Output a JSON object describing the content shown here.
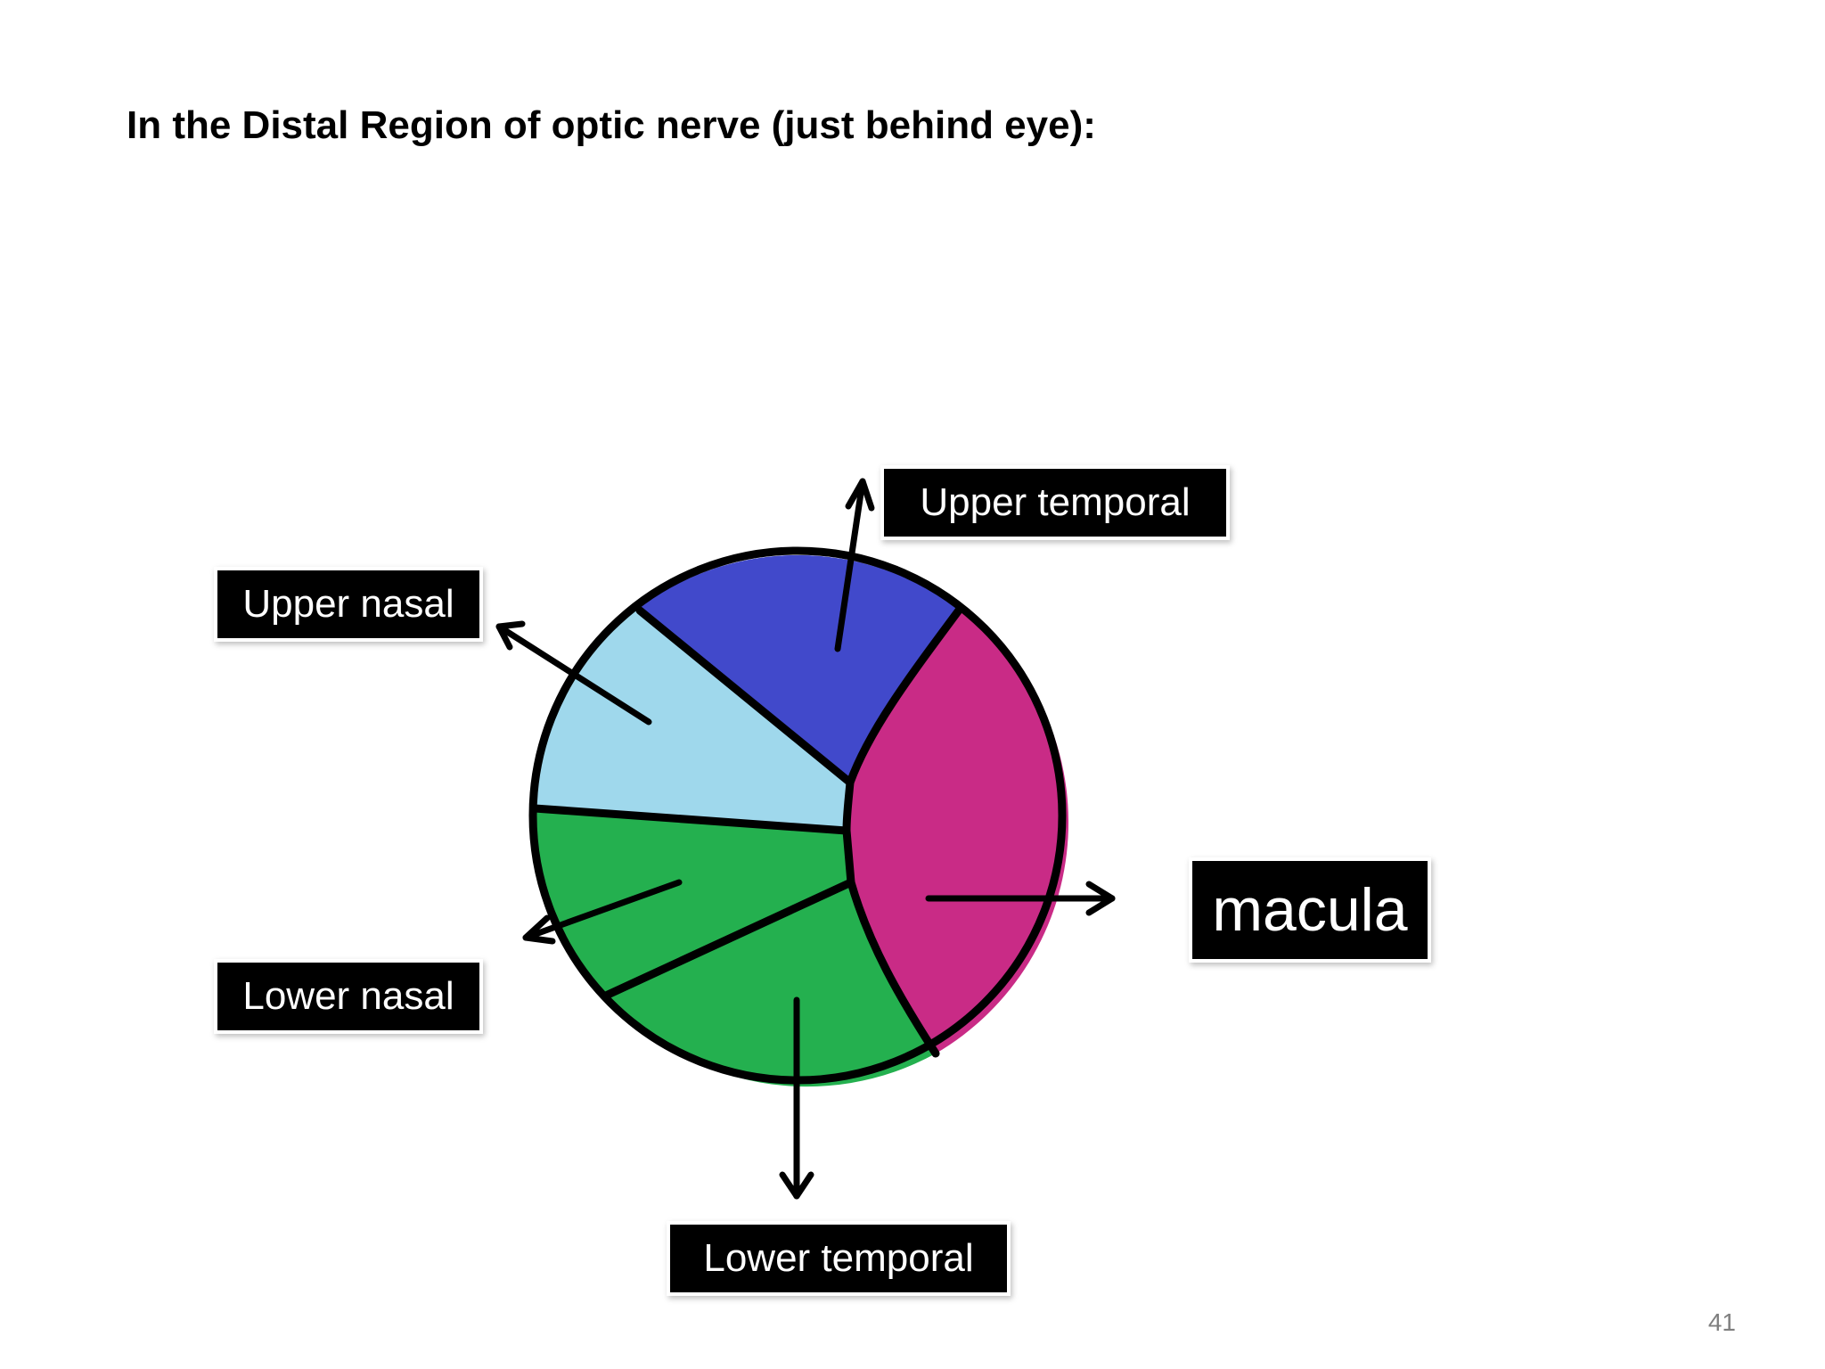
{
  "slide": {
    "title": "In the Distal Region of optic nerve (just behind eye):",
    "page_number": "41"
  },
  "diagram": {
    "outline_color": "#000000",
    "sectors": [
      {
        "id": "upper-temporal",
        "color": "#4149CB"
      },
      {
        "id": "upper-nasal",
        "color": "#9FD8EC"
      },
      {
        "id": "lower-nasal",
        "color": "#24B04F"
      },
      {
        "id": "lower-temporal",
        "color": "#24B04F"
      },
      {
        "id": "macula",
        "color": "#C92B86"
      }
    ],
    "labels": {
      "upper_temporal": "Upper temporal",
      "upper_nasal": "Upper nasal",
      "lower_nasal": "Lower nasal",
      "lower_temporal": "Lower temporal",
      "macula": "macula"
    }
  }
}
